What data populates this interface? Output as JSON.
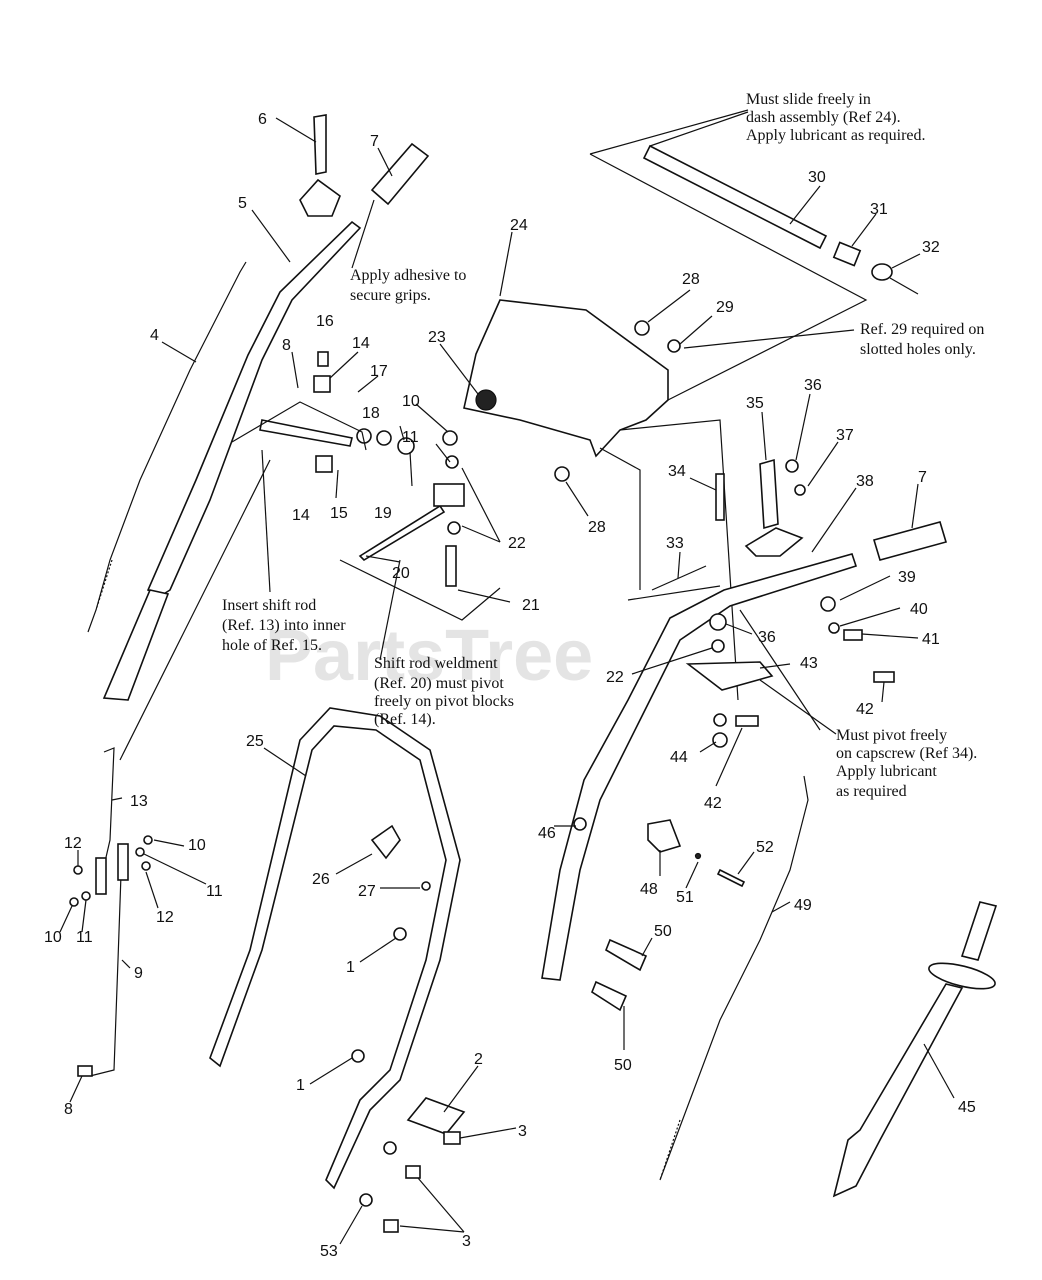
{
  "watermark": "PartsTree",
  "notes": {
    "slide_line1": "Must slide freely in",
    "slide_line2": "dash assembly (Ref 24).",
    "slide_line3": "Apply lubricant as required.",
    "adhesive_line1": "Apply adhesive to",
    "adhesive_line2": "secure grips.",
    "ref29_line1": "Ref. 29 required on",
    "ref29_line2": "slotted holes only.",
    "insert_line1": "Insert shift rod",
    "insert_line2": "(Ref. 13) into inner",
    "insert_line3": "hole of Ref. 15.",
    "shift_line1": "Shift rod weldment",
    "shift_line2": "(Ref. 20) must pivot",
    "shift_line3": "freely on pivot blocks",
    "shift_line4": "(Ref. 14).",
    "pivot_line1": "Must pivot freely",
    "pivot_line2": "on capscrew (Ref 34).",
    "pivot_line3": "Apply lubricant",
    "pivot_line4": "as required"
  },
  "labels": {
    "l6": "6",
    "l7a": "7",
    "l5": "5",
    "l4": "4",
    "l8a": "8",
    "l16": "16",
    "l14a": "14",
    "l17": "17",
    "l10a": "10",
    "l18": "18",
    "l11a": "11",
    "l14b": "14",
    "l15": "15",
    "l19": "19",
    "l22a": "22",
    "l20": "20",
    "l21": "21",
    "l23": "23",
    "l24": "24",
    "l28a": "28",
    "l29": "29",
    "l28b": "28",
    "l30": "30",
    "l31": "31",
    "l32": "32",
    "l36a": "36",
    "l35": "35",
    "l37": "37",
    "l38": "38",
    "l7b": "7",
    "l34": "34",
    "l33": "33",
    "l39": "39",
    "l40": "40",
    "l41": "41",
    "l36b": "36",
    "l43": "43",
    "l22b": "22",
    "l42a": "42",
    "l44": "44",
    "l42b": "42",
    "l46": "46",
    "l48": "48",
    "l51": "51",
    "l52": "52",
    "l49": "49",
    "l50a": "50",
    "l50b": "50",
    "l45": "45",
    "l13": "13",
    "l12a": "12",
    "l10b": "10",
    "l11b": "11",
    "l12b": "12",
    "l10c": "10",
    "l11c": "11",
    "l9": "9",
    "l8b": "8",
    "l25": "25",
    "l26": "26",
    "l27": "27",
    "l1a": "1",
    "l1b": "1",
    "l2": "2",
    "l3a": "3",
    "l3b": "3",
    "l53": "53"
  }
}
